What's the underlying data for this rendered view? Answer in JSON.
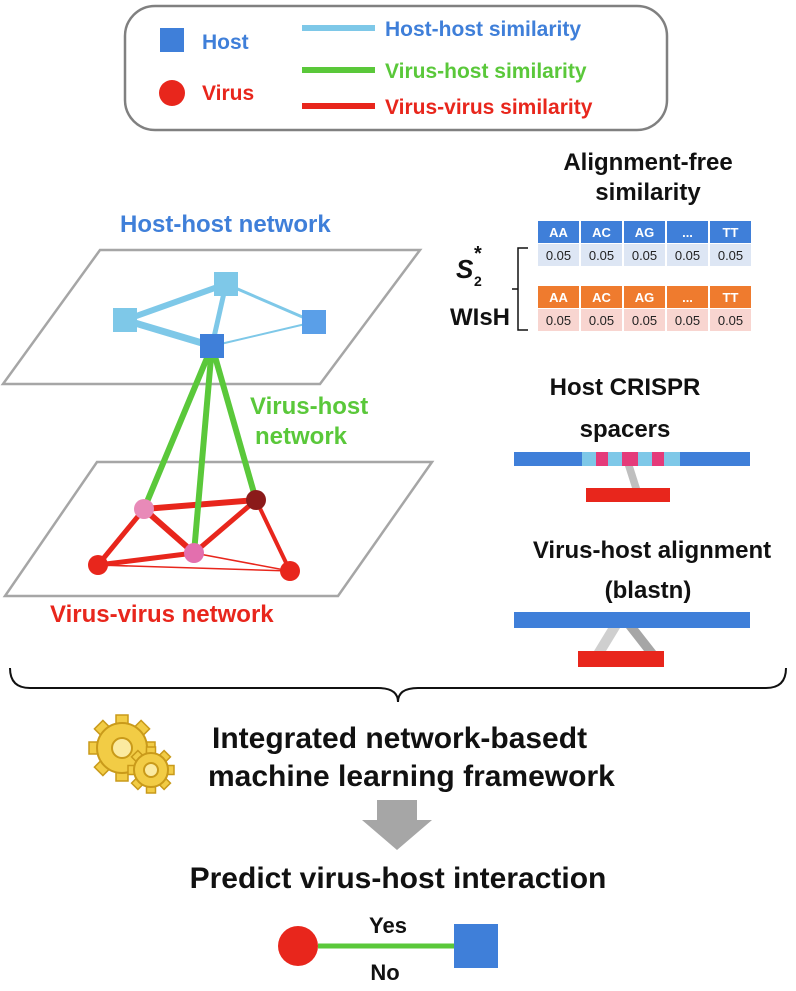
{
  "colors": {
    "host": "#3f7fd9",
    "host_light": "#7ec8e8",
    "virus": "#e8261c",
    "virus_pink": "#e88ab8",
    "virus_dark": "#8b1a1a",
    "edge_hh": "#7ec8e8",
    "edge_vh": "#5ac83a",
    "edge_vv": "#e8261c",
    "table_head_blue": "#3f7fd9",
    "table_body_blue": "#dde6f4",
    "table_head_orange": "#ef7b2e",
    "table_body_orange": "#f8d5d0",
    "plane": "#a6a6a6",
    "arrow": "#a6a6a6"
  },
  "legend": {
    "host_label": "Host",
    "virus_label": "Virus",
    "host_host": "Host-host similarity",
    "virus_host": "Virus-host similarity",
    "virus_virus": "Virus-virus similarity"
  },
  "networks": {
    "host_host": "Host-host network",
    "virus_host_line1": "Virus-host",
    "virus_host_line2": "network",
    "virus_virus": "Virus-virus network"
  },
  "alignment_free": {
    "title_line1": "Alignment-free",
    "title_line2": "similarity",
    "s2_symbol": "S",
    "s2_sub": "2",
    "s2_sup": "*",
    "wish_label": "WIsH",
    "headers": [
      "AA",
      "AC",
      "AG",
      "...",
      "TT"
    ],
    "values_s2": [
      "0.05",
      "0.05",
      "0.05",
      "0.05",
      "0.05"
    ],
    "values_wish": [
      "0.05",
      "0.05",
      "0.05",
      "0.05",
      "0.05"
    ]
  },
  "crispr": {
    "title_line1": "Host CRISPR",
    "title_line2": "spacers"
  },
  "blast": {
    "title_line1": "Virus-host alignment",
    "title_line2": "(blastn)"
  },
  "framework": {
    "line1": "Integrated network-basedt",
    "line2": "machine learning framework"
  },
  "predict": {
    "title": "Predict virus-host interaction",
    "yes": "Yes",
    "no": "No"
  }
}
